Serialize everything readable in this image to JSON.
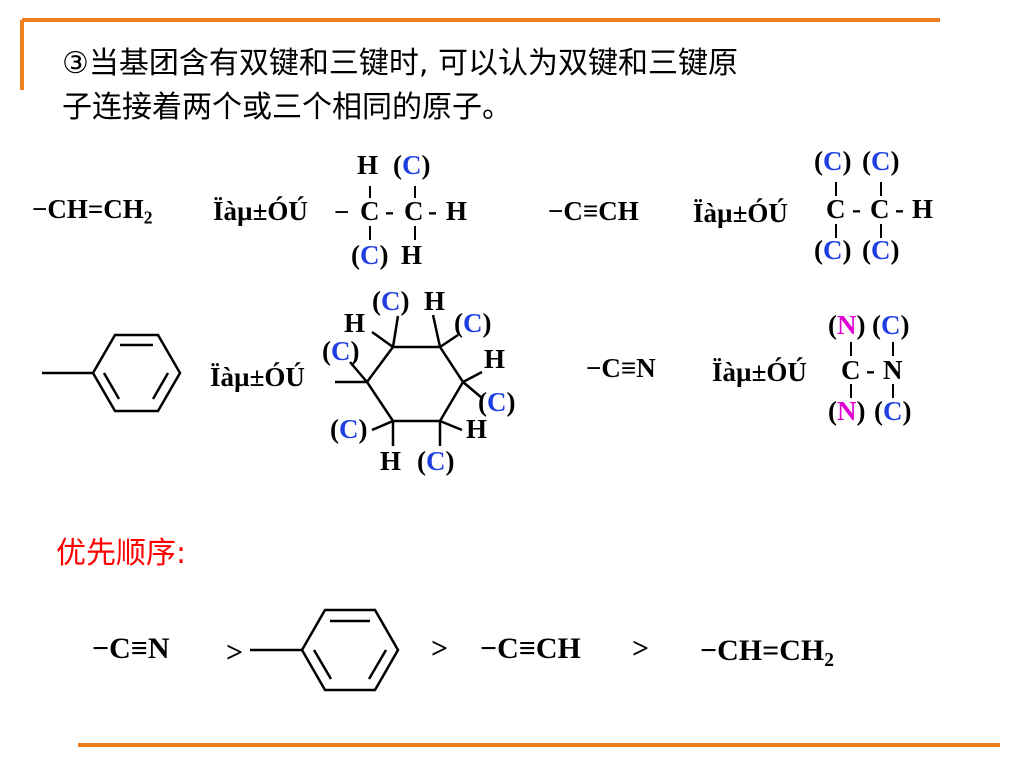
{
  "title": {
    "line1": "③当基团含有双键和三键时, 可以认为双键和三键原",
    "line2": "子连接着两个或三个相同的原子。"
  },
  "garbled_label": "Ïàµ±ÓÚ",
  "vinyl": {
    "group_dash": "−",
    "group_main": "CH=CH",
    "group_sub": "2",
    "h_top": "H",
    "c_top": "C",
    "c1": "C",
    "c2": "C",
    "h_right": "H",
    "c_bot": "C",
    "h_bot": "H"
  },
  "ethynyl": {
    "group": "−C≡CH",
    "c_top1": "C",
    "c_top2": "C",
    "c1": "C",
    "c2": "C",
    "h_right": "H",
    "c_bot1": "C",
    "c_bot2": "C"
  },
  "phenyl_expanded": {
    "h_top": "H",
    "c_top": "C",
    "h_left": "H",
    "c_right_top": "C",
    "c_left": "C",
    "h_right": "H",
    "c_right": "C",
    "c_bottom_left": "C",
    "h_bottom_right": "H",
    "h_bottom": "H",
    "c_bottom": "C"
  },
  "cyano": {
    "group": "−C≡N",
    "n_top": "N",
    "c_top": "C",
    "c1": "C",
    "n1": "N",
    "n_bot": "N",
    "c_bot": "C"
  },
  "priority": {
    "label": "优先顺序:",
    "g1": "−C≡N",
    "gt1": ">",
    "gt2": ">",
    "g3": "−C≡CH",
    "gt3": ">",
    "g4_main": "−CH=CH",
    "g4_sub": "2"
  },
  "colors": {
    "accent_orange": "#f07d1e",
    "label_red": "#ff0000",
    "paren_blue": "#1f3fe0",
    "nitrogen_magenta": "#e000d0"
  }
}
